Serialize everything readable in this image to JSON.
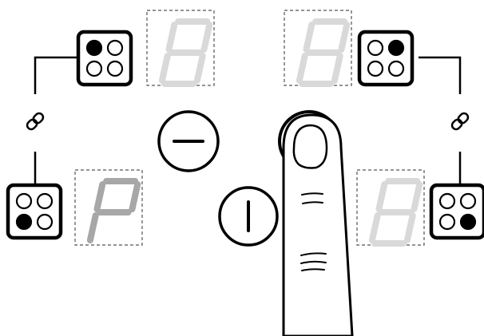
{
  "zones": {
    "top_left": {
      "active_dot": "top-left",
      "display": "8",
      "display_state": "dim"
    },
    "bottom_left": {
      "active_dot": "bottom-left",
      "display": "P",
      "display_state": "lit"
    },
    "top_right": {
      "active_dot": "top-right",
      "display": "8",
      "display_state": "dim"
    },
    "bottom_right": {
      "active_dot": "bottom-right",
      "display": "8",
      "display_state": "dim"
    }
  },
  "controls": {
    "minus_icon": "minus-circle",
    "power_icon": "power-circle",
    "link_icon": "chain-link"
  },
  "colors": {
    "line": "#000000",
    "dim_segment": "#d9d9d9",
    "lit_segment": "#a7a7a7",
    "dash_border": "#555555",
    "finger_fill": "#ffffff"
  }
}
